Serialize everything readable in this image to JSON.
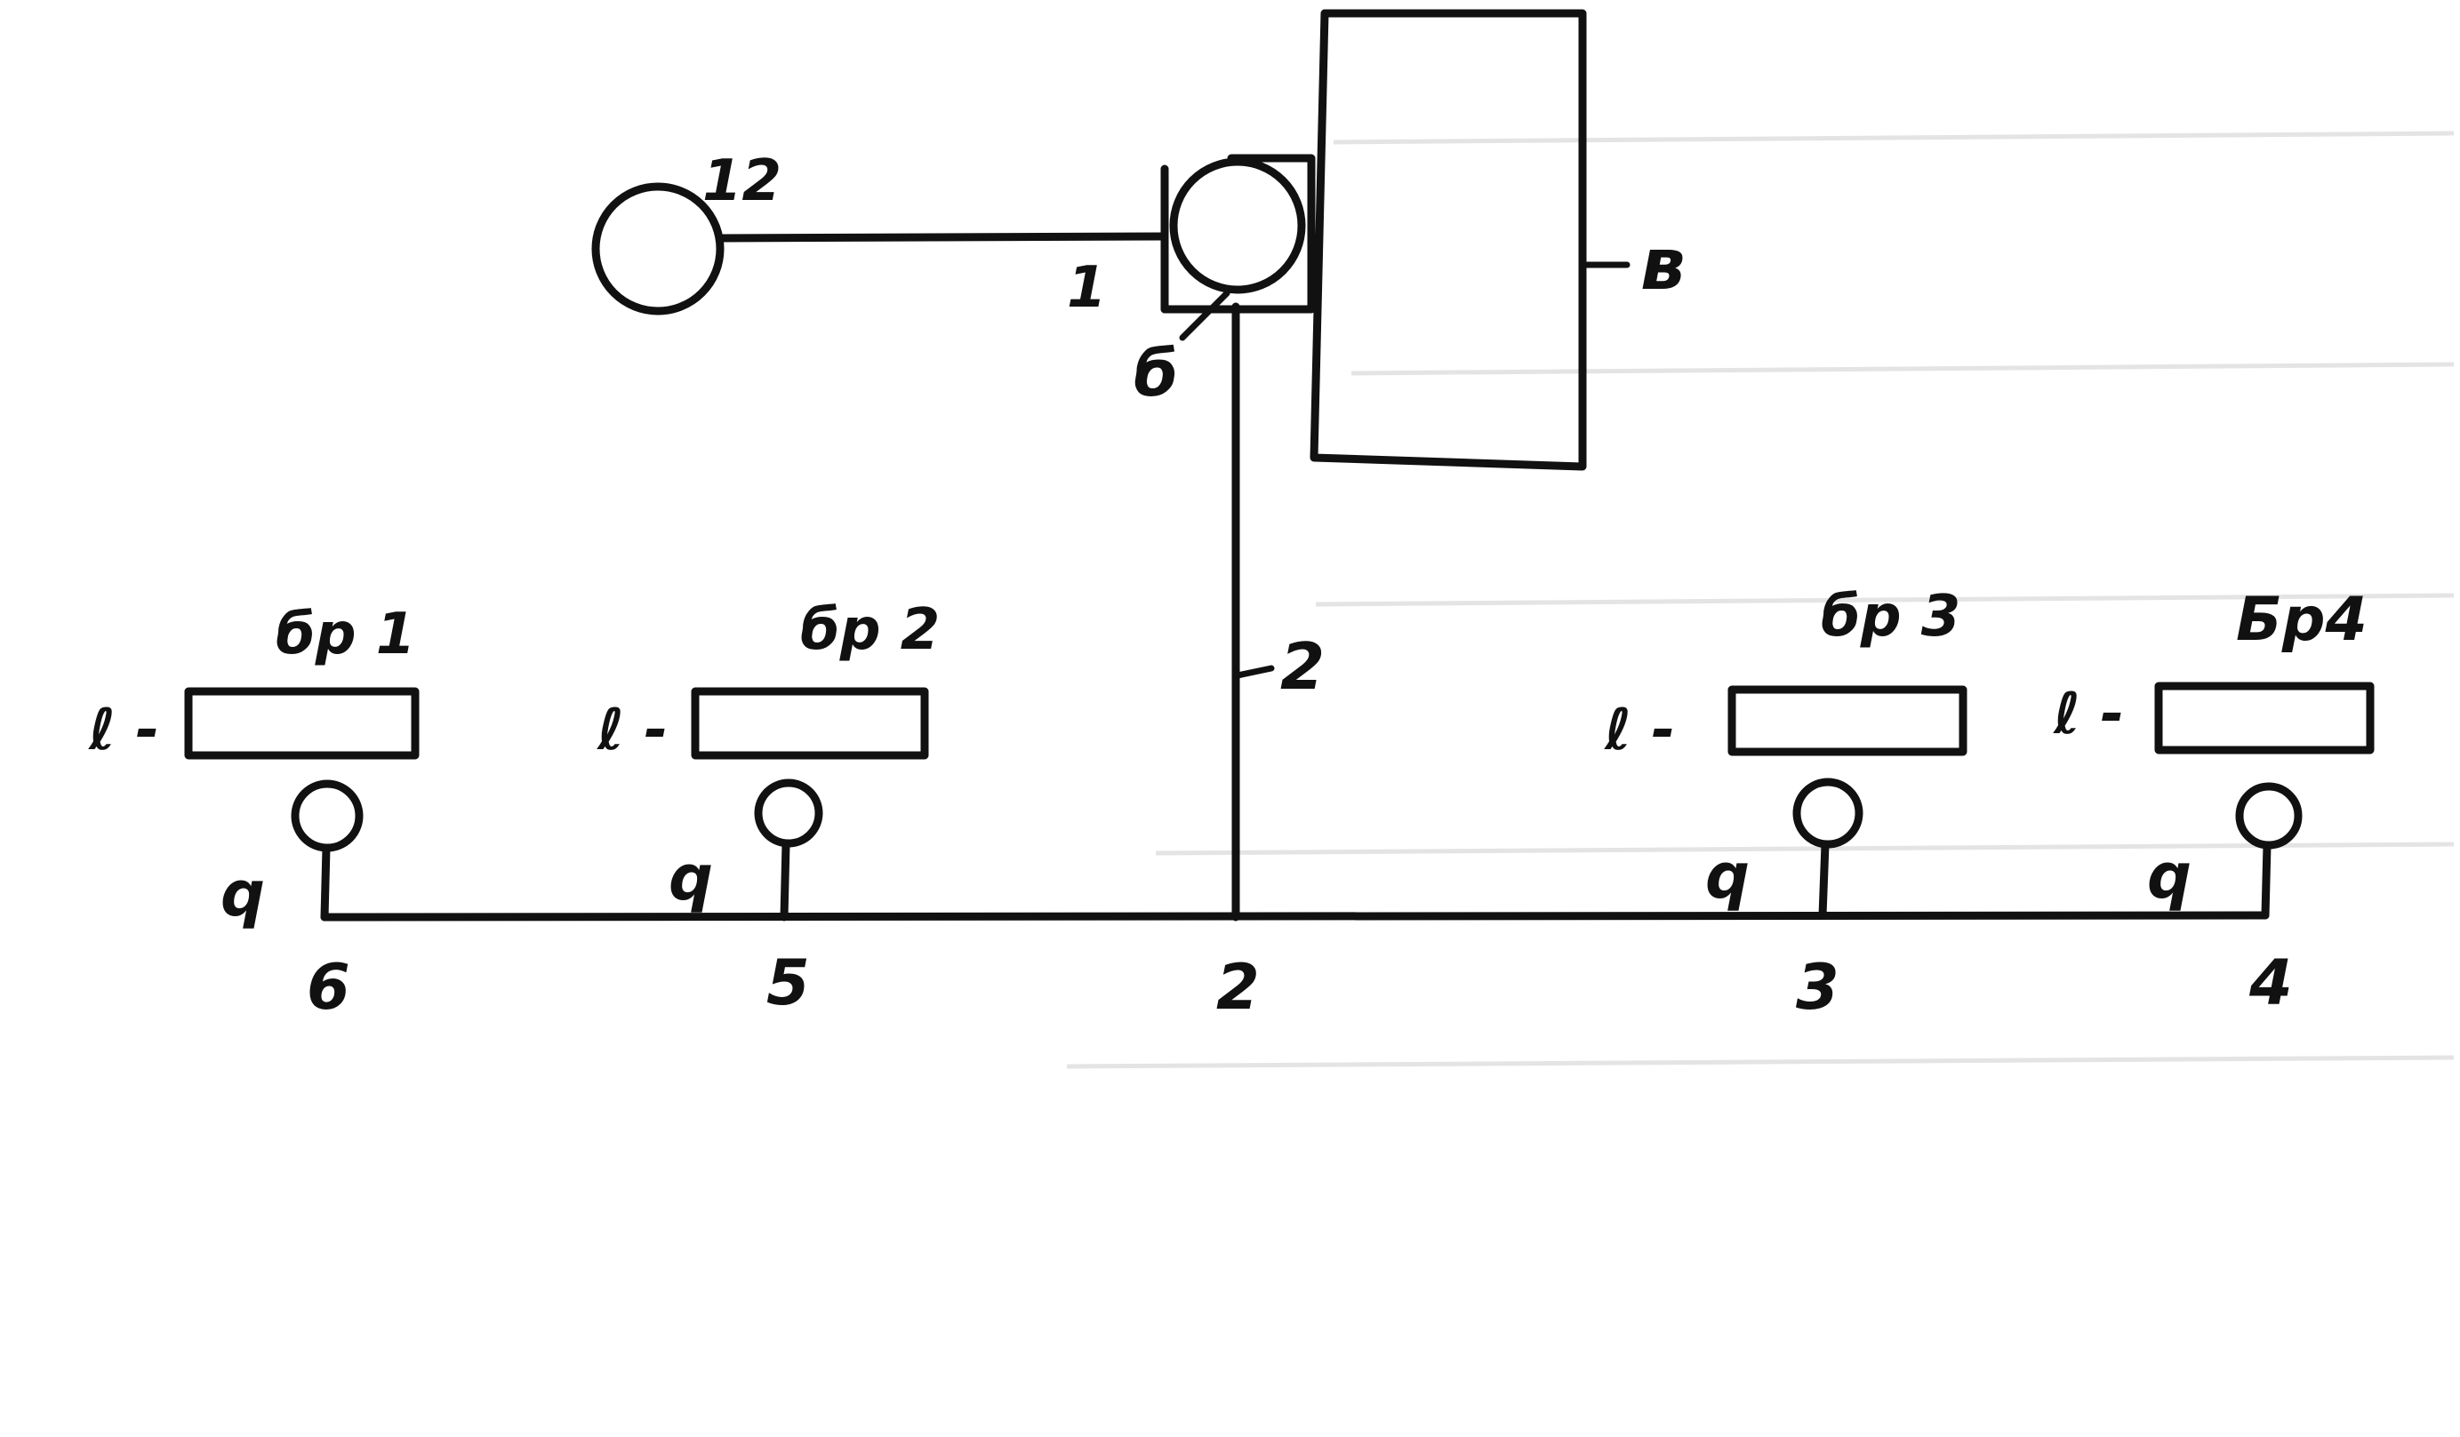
{
  "labels": {
    "source": "12",
    "pipe_1": "1",
    "node_b": "б",
    "tank": "в",
    "riser": "2",
    "bin_1": "бр 1",
    "bin_2": "бр 2",
    "bin_3": "бр 3",
    "bin_4": "Бр4",
    "l_1": "ℓ -",
    "l_2": "ℓ -",
    "l_3": "ℓ -",
    "l_4": "ℓ -",
    "q_1": "q",
    "q_2": "q",
    "q_3": "q",
    "q_4": "q",
    "point_6": "6",
    "point_5": "5",
    "point_2": "2",
    "point_3": "3",
    "point_4": "4"
  },
  "colors": {
    "ink": "#111111",
    "paper": "#ffffff"
  }
}
